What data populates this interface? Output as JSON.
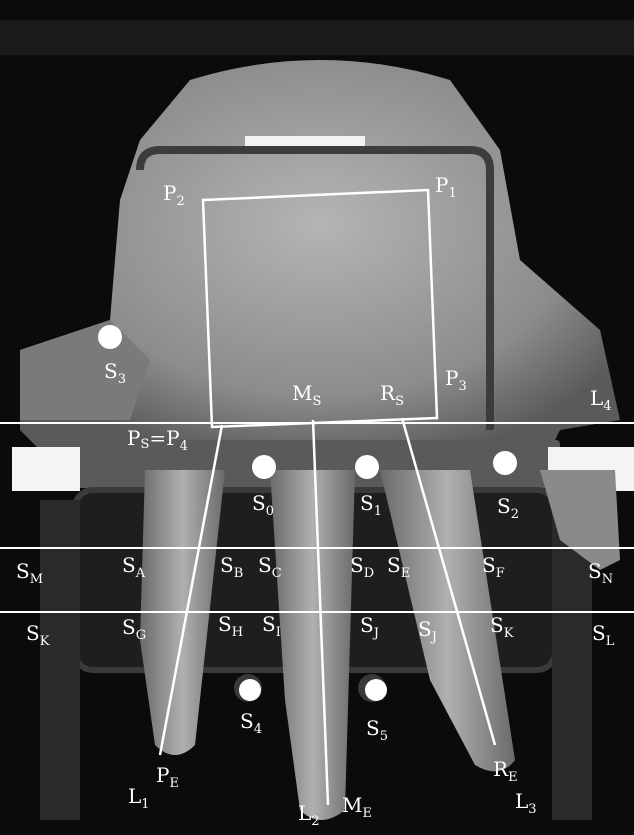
{
  "figure": {
    "colors": {
      "background": "#0a0a0a",
      "skin": "#9a9a9a",
      "overlay": "#ffffff",
      "plate": "#555555"
    },
    "labels": {
      "P1": {
        "main": "P",
        "sub": "1"
      },
      "P2": {
        "main": "P",
        "sub": "2"
      },
      "P3": {
        "main": "P",
        "sub": "3"
      },
      "PS": {
        "main": "P",
        "sub": "S"
      },
      "P4_eq": "=P",
      "P4_sub": "4",
      "MS": {
        "main": "M",
        "sub": "S"
      },
      "RS": {
        "main": "R",
        "sub": "S"
      },
      "L4": {
        "main": "L",
        "sub": "4"
      },
      "S3": {
        "main": "S",
        "sub": "3"
      },
      "S0": {
        "main": "S",
        "sub": "0"
      },
      "S1": {
        "main": "S",
        "sub": "1"
      },
      "S2": {
        "main": "S",
        "sub": "2"
      },
      "SM": {
        "main": "S",
        "sub": "M"
      },
      "SA": {
        "main": "S",
        "sub": "A"
      },
      "SB": {
        "main": "S",
        "sub": "B"
      },
      "SC": {
        "main": "S",
        "sub": "C"
      },
      "SD": {
        "main": "S",
        "sub": "D"
      },
      "SE": {
        "main": "S",
        "sub": "E"
      },
      "SF": {
        "main": "S",
        "sub": "F"
      },
      "SN": {
        "main": "S",
        "sub": "N"
      },
      "SK_left": {
        "main": "S",
        "sub": "K"
      },
      "SG": {
        "main": "S",
        "sub": "G"
      },
      "SH": {
        "main": "S",
        "sub": "H"
      },
      "SI": {
        "main": "S",
        "sub": "I"
      },
      "SJ_a": {
        "main": "S",
        "sub": "J"
      },
      "SJ_b": {
        "main": "S",
        "sub": "J"
      },
      "SK_right": {
        "main": "S",
        "sub": "K"
      },
      "SL": {
        "main": "S",
        "sub": "L"
      },
      "S4": {
        "main": "S",
        "sub": "4"
      },
      "S5": {
        "main": "S",
        "sub": "5"
      },
      "L1": {
        "main": "L",
        "sub": "1"
      },
      "PE": {
        "main": "P",
        "sub": "E"
      },
      "L2": {
        "main": "L",
        "sub": "2"
      },
      "ME": {
        "main": "M",
        "sub": "E"
      },
      "RE": {
        "main": "R",
        "sub": "E"
      },
      "L3": {
        "main": "L",
        "sub": "3"
      }
    }
  }
}
